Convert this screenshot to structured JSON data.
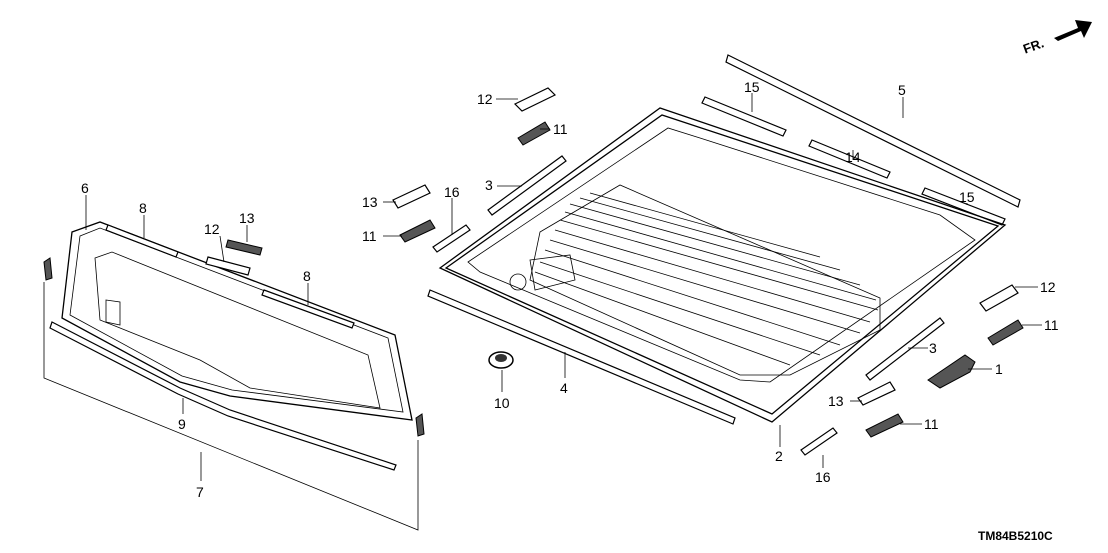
{
  "diagram": {
    "title": "Rear windshield / tailgate glass parts diagram",
    "code": "TM84B5210C",
    "direction_label": "FR.",
    "callouts": [
      "5",
      "15",
      "14",
      "15",
      "12",
      "11",
      "3",
      "16",
      "13",
      "11",
      "6",
      "8",
      "12",
      "13",
      "8",
      "12",
      "11",
      "3",
      "1",
      "13",
      "11",
      "16",
      "2",
      "4",
      "10",
      "9",
      "7"
    ]
  }
}
